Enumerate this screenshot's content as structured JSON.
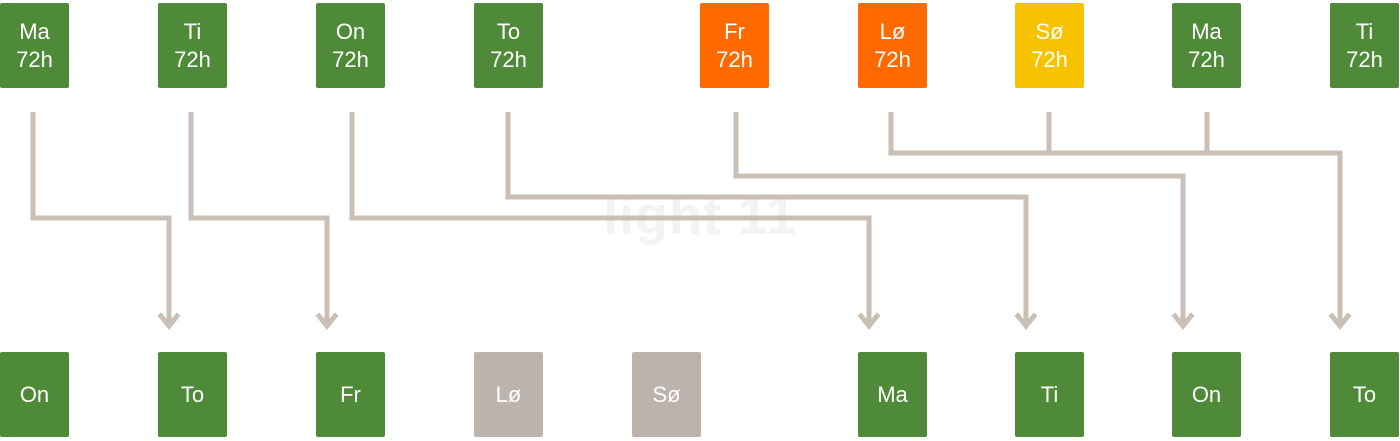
{
  "watermark": "light 11",
  "line_color": "#c9bfb5",
  "colors": {
    "green": "#4e8a37",
    "orange": "#ff6a00",
    "yellow": "#f7c300",
    "gray": "#bcb4ac"
  },
  "top_row": [
    {
      "day": "Ma",
      "hours": "72h",
      "color": "green"
    },
    {
      "day": "Ti",
      "hours": "72h",
      "color": "green"
    },
    {
      "day": "On",
      "hours": "72h",
      "color": "green"
    },
    {
      "day": "To",
      "hours": "72h",
      "color": "green"
    },
    {
      "day": "Fr",
      "hours": "72h",
      "color": "orange"
    },
    {
      "day": "Lø",
      "hours": "72h",
      "color": "orange"
    },
    {
      "day": "Sø",
      "hours": "72h",
      "color": "yellow"
    },
    {
      "day": "Ma",
      "hours": "72h",
      "color": "green"
    },
    {
      "day": "Ti",
      "hours": "72h",
      "color": "green"
    }
  ],
  "bottom_row": [
    {
      "day": "On",
      "color": "green"
    },
    {
      "day": "To",
      "color": "green"
    },
    {
      "day": "Fr",
      "color": "green"
    },
    {
      "day": "Lø",
      "color": "gray"
    },
    {
      "day": "Sø",
      "color": "gray"
    },
    {
      "day": "Ma",
      "color": "green"
    },
    {
      "day": "Ti",
      "color": "green"
    },
    {
      "day": "On",
      "color": "green"
    },
    {
      "day": "To",
      "color": "green"
    }
  ]
}
